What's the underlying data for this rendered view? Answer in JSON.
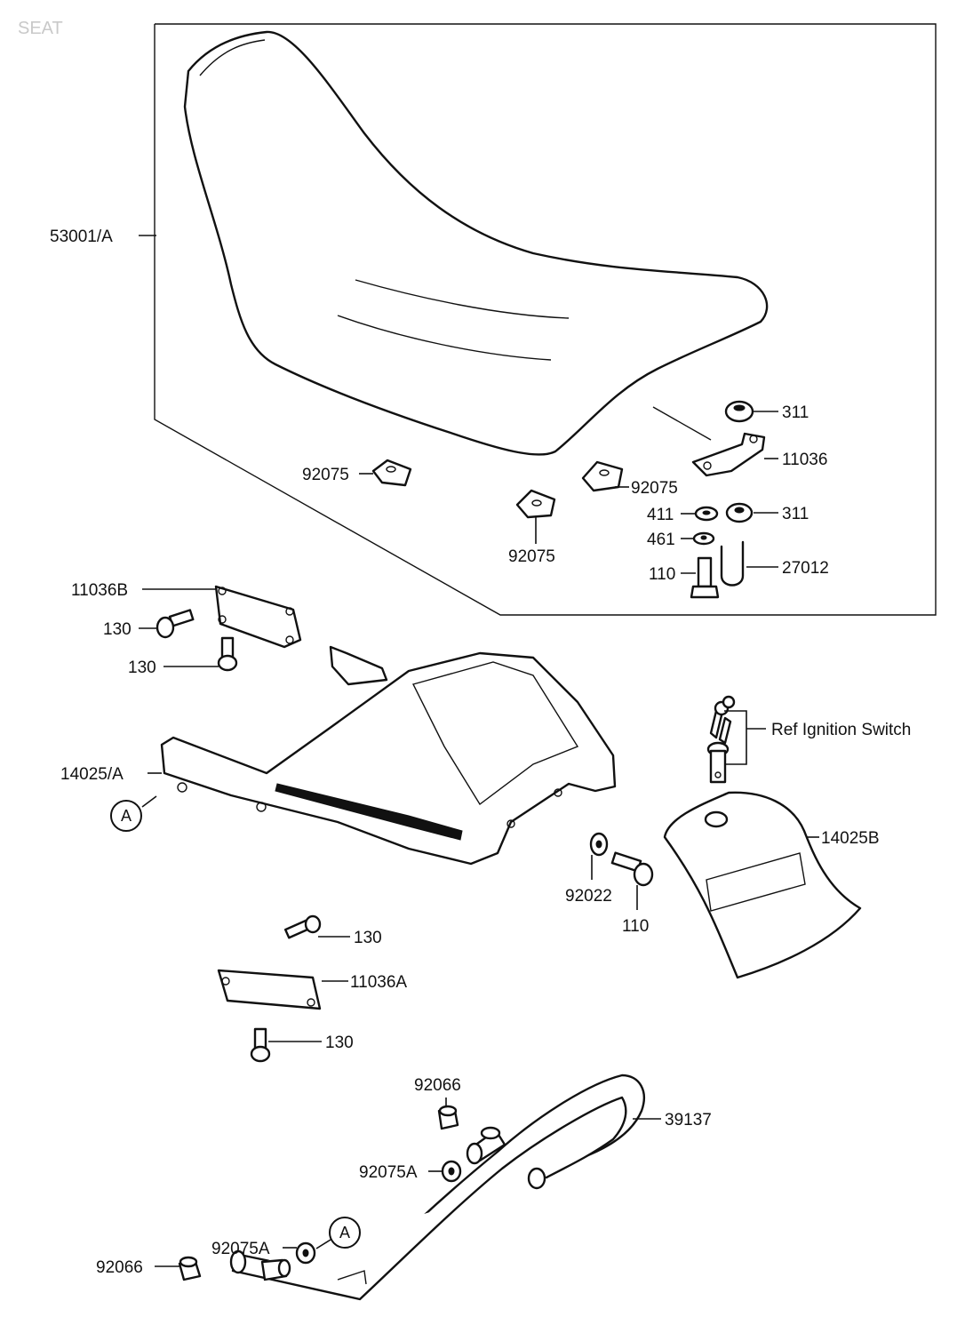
{
  "title": "SEAT",
  "labels": {
    "seat": "53001/A",
    "nut_top": "311",
    "bracket": "11036",
    "damper_left": "92075",
    "damper_right": "92075",
    "damper_bottom": "92075",
    "washer_411": "411",
    "nut_right": "311",
    "washer_461": "461",
    "bolt_110_top": "110",
    "ubolt": "27012",
    "bracket_b": "11036B",
    "bolt_130_a": "130",
    "bolt_130_b": "130",
    "cover_a": "14025/A",
    "ref_ignition": "Ref Ignition Switch",
    "cover_b": "14025B",
    "washer_92022": "92022",
    "bolt_110_bottom": "110",
    "bolt_130_c": "130",
    "bracket_a": "11036A",
    "bolt_130_d": "130",
    "grommet_top": "92066",
    "grip": "39137",
    "nut_92075a_top": "92075A",
    "nut_92075a_bottom": "92075A",
    "grommet_bottom": "92066"
  },
  "refs": {
    "circle_a_left": "A",
    "circle_a_bottom": "A"
  }
}
